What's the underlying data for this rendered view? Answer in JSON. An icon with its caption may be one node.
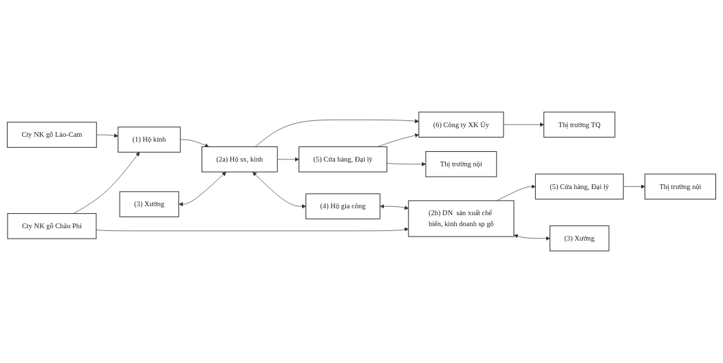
{
  "diagram": {
    "nodes": [
      {
        "text": [
          "(3) Xưởng"
        ]
      },
      {
        "text": [
          "Cty NK gỗ Lào-Cam"
        ]
      },
      {
        "text": [
          "(1) Hộ kinh"
        ]
      },
      {
        "text": [
          "(2a) Hộ sx, kinh"
        ]
      },
      {
        "text": [
          "(6) Công ty XK Ủy"
        ]
      },
      {
        "text": [
          "Thị trường TQ"
        ]
      },
      {
        "text": [
          "(5) Cửa hàng, Đại lý"
        ]
      },
      {
        "text": [
          "Thị trường nội"
        ]
      },
      {
        "text": [
          "(4) Hộ gia công"
        ]
      },
      {
        "text": [
          "Cty  NK gỗ Châu Phi"
        ]
      },
      {
        "text": [
          "(2b) DN  sản xuất chế biến, kinh doanh sp gỗ"
        ]
      },
      {
        "text": [
          "(5) Cửa hàng, Đại lý"
        ]
      },
      {
        "text": [
          "Thị trường nội"
        ]
      },
      {
        "text": [
          "(3) Xưởng"
        ]
      }
    ],
    "edges": [
      {
        "from": 1,
        "to": 2,
        "arrow": "to"
      },
      {
        "from": 2,
        "to": 3,
        "arrow": "to"
      },
      {
        "from": 0,
        "to": 3,
        "arrow": "both"
      },
      {
        "from": 3,
        "to": 4,
        "arrow": "to"
      },
      {
        "from": 3,
        "to": 6,
        "arrow": "to"
      },
      {
        "from": 4,
        "to": 5,
        "arrow": "to"
      },
      {
        "from": 6,
        "to": 4,
        "arrow": "to"
      },
      {
        "from": 6,
        "to": 7,
        "arrow": "to"
      },
      {
        "from": 3,
        "to": 8,
        "arrow": "both"
      },
      {
        "from": 8,
        "to": 10,
        "arrow": "both"
      },
      {
        "from": 9,
        "to": 2,
        "arrow": "to"
      },
      {
        "from": 9,
        "to": 10,
        "arrow": "to"
      },
      {
        "from": 10,
        "to": 11,
        "arrow": "to"
      },
      {
        "from": 11,
        "to": 12,
        "arrow": "to"
      },
      {
        "from": 10,
        "to": 13,
        "arrow": "both"
      }
    ]
  }
}
